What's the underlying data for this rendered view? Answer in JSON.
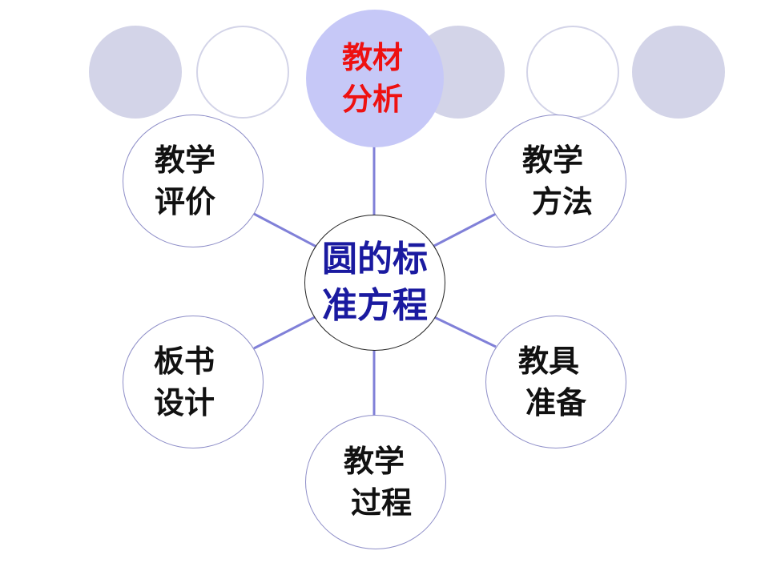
{
  "colors": {
    "deco": "#d3d4e8",
    "link": "#8080d8",
    "top_fill": "#c6c8f7",
    "top_text": "#ee1111",
    "center_text": "#1a1aa0",
    "node_text": "#111111"
  },
  "center": {
    "line1": "圆的标",
    "line2": "准方程"
  },
  "nodes": {
    "top": {
      "line1": "教材",
      "line2": "分析"
    },
    "upper_left": {
      "line1": "教学",
      "line2": "评价"
    },
    "upper_right": {
      "line1": "教学",
      "line2": "方法"
    },
    "lower_left": {
      "line1": "板书",
      "line2": "设计"
    },
    "lower_right": {
      "line1": "教具",
      "line2": "准备"
    },
    "bottom": {
      "line1": "教学",
      "line2": "过程"
    }
  }
}
